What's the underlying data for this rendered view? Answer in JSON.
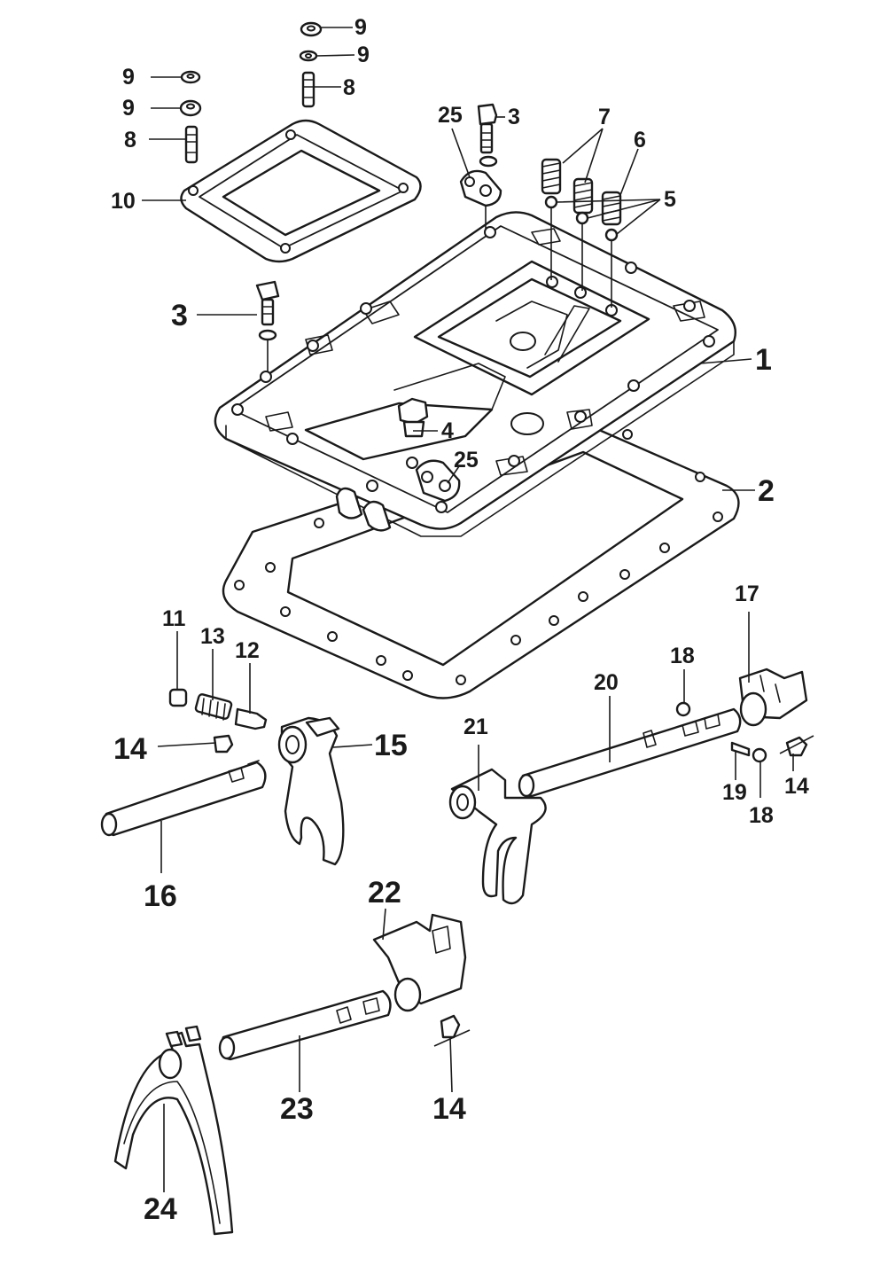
{
  "labels": {
    "p1": "1",
    "p2": "2",
    "p3a": "3",
    "p3b": "3",
    "p4": "4",
    "p5": "5",
    "p6": "6",
    "p7": "7",
    "p8a": "8",
    "p8b": "8",
    "p9a": "9",
    "p9b": "9",
    "p9c": "9",
    "p9d": "9",
    "p10": "10",
    "p11": "11",
    "p12": "12",
    "p13": "13",
    "p14a": "14",
    "p14b": "14",
    "p14c": "14",
    "p15": "15",
    "p16": "16",
    "p17": "17",
    "p18a": "18",
    "p18b": "18",
    "p19": "19",
    "p20": "20",
    "p21": "21",
    "p22": "22",
    "p23": "23",
    "p24": "24",
    "p25a": "25",
    "p25b": "25"
  }
}
